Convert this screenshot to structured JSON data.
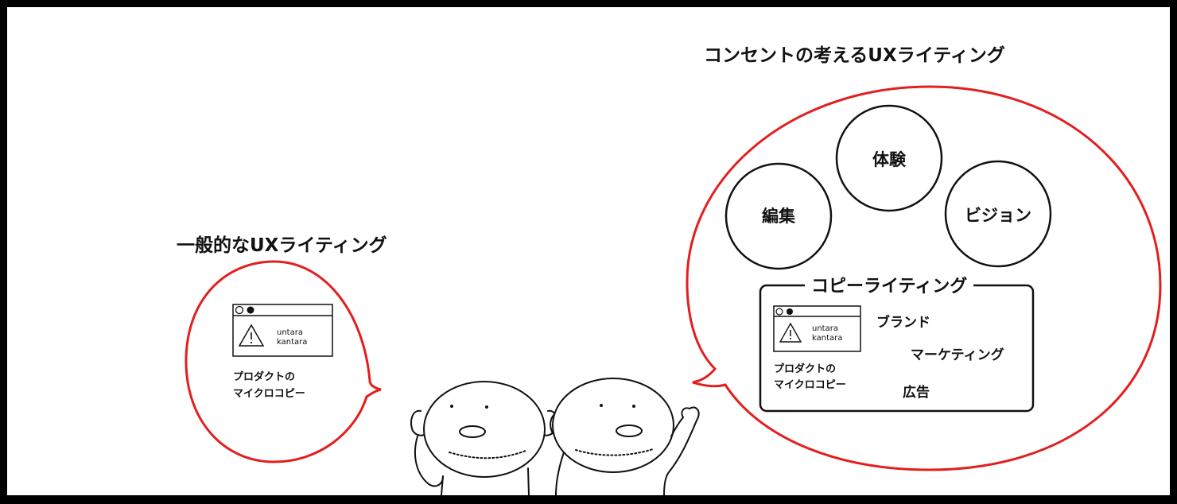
{
  "left": {
    "title": "一般的なUXライティング",
    "window_text": [
      "untara",
      "kantara"
    ],
    "caption": [
      "プロダクトの",
      "マイクロコピー"
    ]
  },
  "right": {
    "title": "コンセントの考えるUXライティング",
    "circles": [
      "編集",
      "体験",
      "ビジョン"
    ],
    "copywriting": {
      "title": "コピーライティング",
      "window_text": [
        "untara",
        "kantara"
      ],
      "caption": [
        "プロダクトの",
        "マイクロコピー"
      ],
      "items": [
        "ブランド",
        "マーケティング",
        "広告"
      ]
    }
  },
  "colors": {
    "accent": "#e31e1e",
    "ink": "#111111",
    "frame": "#000000"
  },
  "icons": [
    "warning-icon",
    "window-dot-open-icon",
    "window-dot-filled-icon"
  ]
}
